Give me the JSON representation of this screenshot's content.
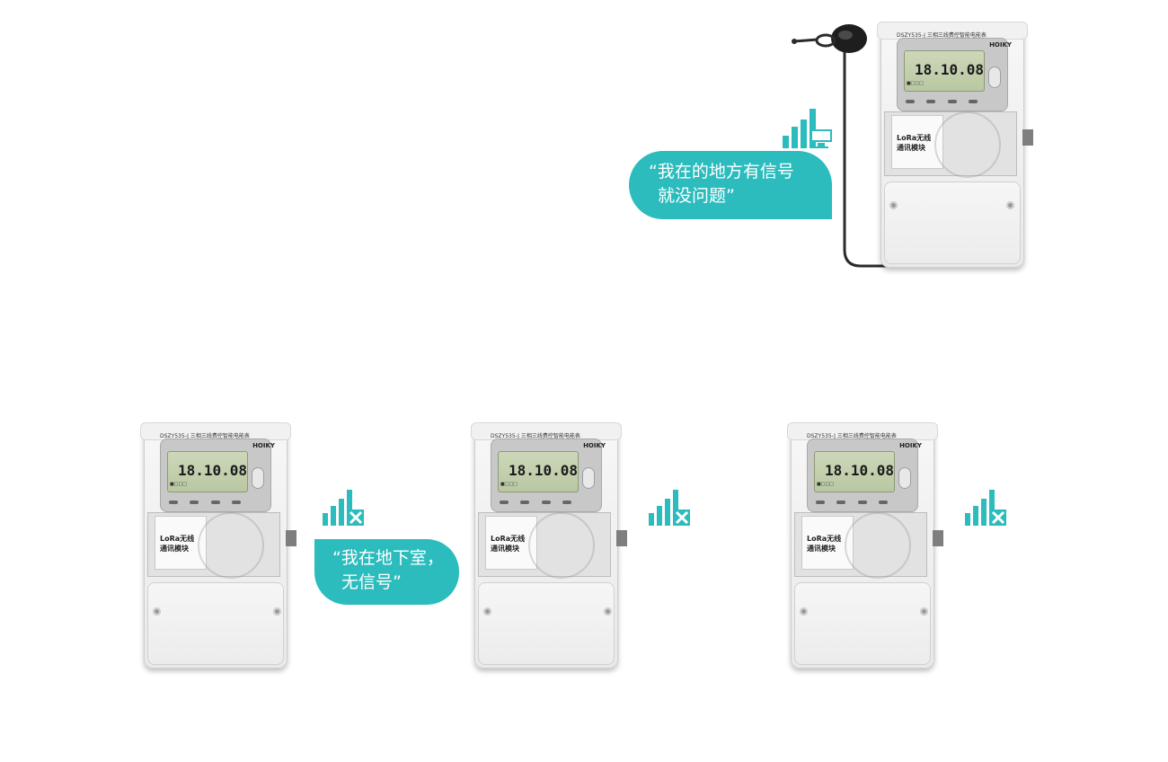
{
  "meter": {
    "model": "DSZY535-J 三相三线费控智能电能表",
    "brand": "HOIKY",
    "reading": "18.10.08",
    "module_line1": "LoRa无线",
    "module_line2": "通讯模块"
  },
  "top_bubble": {
    "line1": "“我在的地方有信号",
    "line2": "就没问题”"
  },
  "bottom_bubble": {
    "line1": "“我在地下室，",
    "line2": "无信号”"
  },
  "colors": {
    "accent": "#2cbcbd"
  },
  "icons": [
    "signal-bars-icon",
    "monitor-icon",
    "signal-blocked-icon",
    "antenna-icon"
  ]
}
